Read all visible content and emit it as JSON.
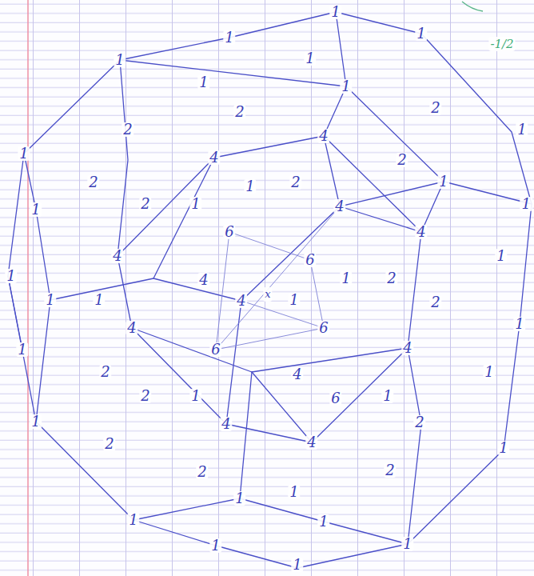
{
  "diagram": {
    "labels": [
      "1",
      "1",
      "1",
      "1",
      "1",
      "1",
      "1",
      "1",
      "1",
      "1",
      "1",
      "1",
      "1",
      "1",
      "1",
      "1",
      "1",
      "1",
      "1",
      "1",
      "1",
      "1",
      "-1/2",
      "4",
      "4",
      "4",
      "4",
      "4",
      "4",
      "4",
      "4",
      "4",
      "4",
      "4",
      "4",
      "6",
      "6",
      "6",
      "6",
      "6",
      "1",
      "1",
      "2",
      "2",
      "2",
      "2",
      "2",
      "2",
      "1",
      "1",
      "2",
      "1",
      "1",
      "1",
      "1",
      "2",
      "2",
      "2",
      "2",
      "1",
      "1",
      "1",
      "2",
      "2",
      "1",
      "2",
      "2",
      "x"
    ]
  }
}
